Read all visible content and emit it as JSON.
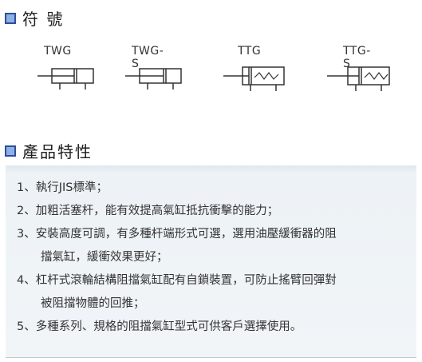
{
  "symbols_section": {
    "title": "符 號",
    "symbols": [
      {
        "label": "TWG",
        "icon": "twg-cylinder-symbol-icon"
      },
      {
        "label": "TWG-S",
        "icon": "twg-s-cylinder-symbol-icon"
      },
      {
        "label": "TTG",
        "icon": "ttg-cylinder-symbol-icon"
      },
      {
        "label": "TTG-S",
        "icon": "ttg-s-cylinder-symbol-icon"
      }
    ]
  },
  "features_section": {
    "title": "產品特性",
    "items": [
      {
        "line1": "1、執行JIS標準；",
        "line2": ""
      },
      {
        "line1": "2、加粗活塞杆，能有效提高氣缸抵抗衝擊的能力；",
        "line2": ""
      },
      {
        "line1": "3、安裝高度可調，有多種杆端形式可選，選用油壓緩衝器的阻",
        "line2": "擋氣缸，緩衝效果更好；"
      },
      {
        "line1": "4、杠杆式滾輪結構阻擋氣缸配有自鎖裝置，可防止搖臂回彈對",
        "line2": "被阻擋物體的回推；"
      },
      {
        "line1": "5、多種系列、規格的阻擋氣缸型式可供客戶選擇使用。",
        "line2": ""
      }
    ]
  },
  "colors": {
    "heading_square_border": "#2c4f9a",
    "heading_square_fill": "#8fb0e3",
    "feature_box_bg": "#edf2f6"
  }
}
